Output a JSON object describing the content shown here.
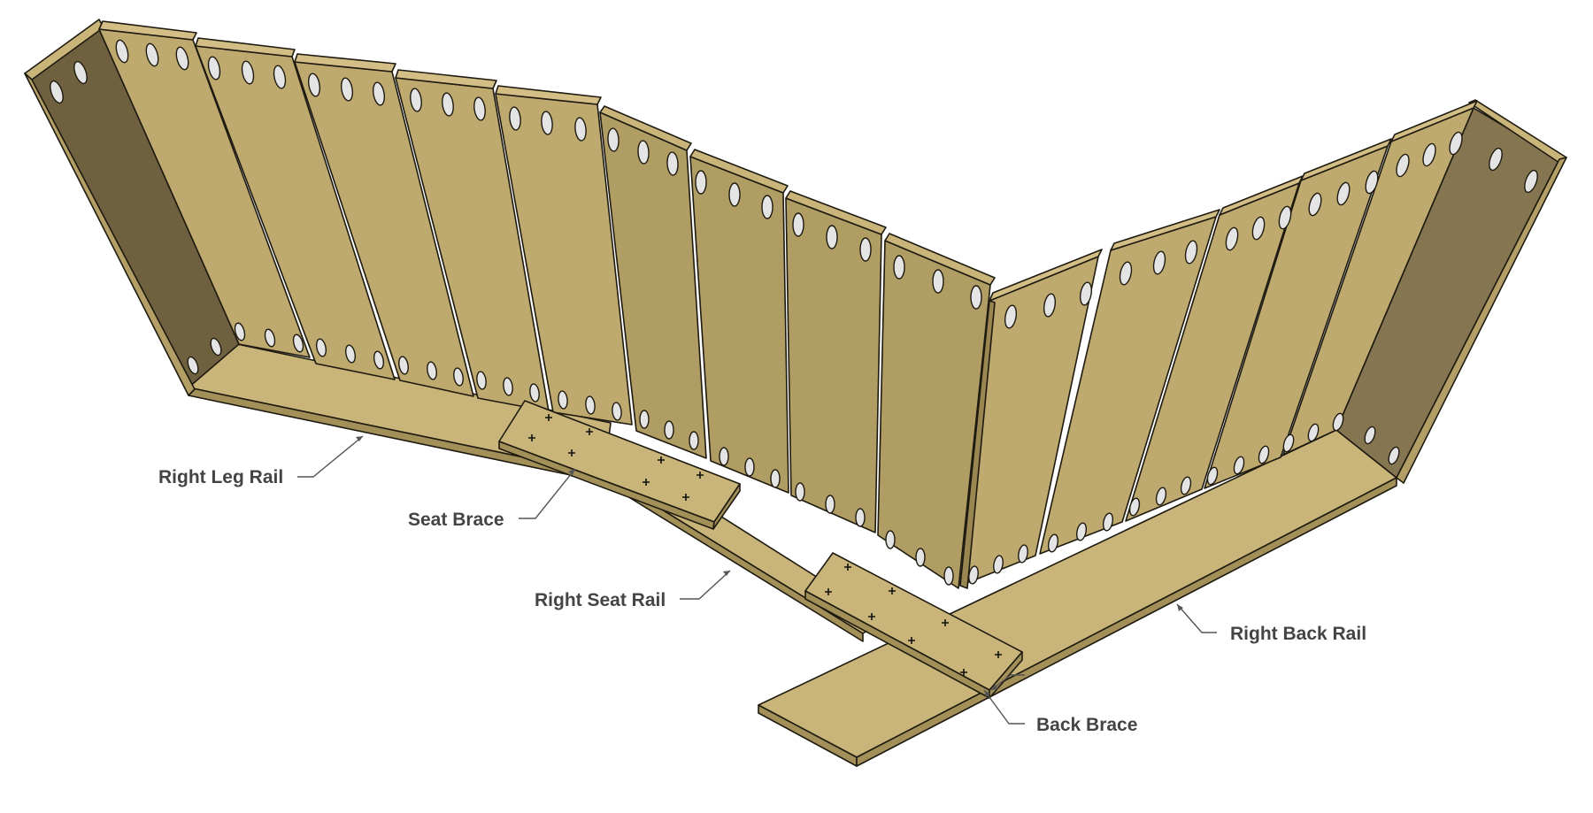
{
  "labels": {
    "right_leg_rail": "Right Leg Rail",
    "seat_brace": "Seat Brace",
    "right_seat_rail": "Right Seat Rail",
    "right_back_rail": "Right Back Rail",
    "back_brace": "Back Brace"
  },
  "colors": {
    "slat_face": "#bea96f",
    "slat_face_shaded": "#b09d64",
    "slat_edge": "#9a8650",
    "rail_top": "#c9b479",
    "rail_side": "#a38f58",
    "inner_shadow_left": "#6f6040",
    "inner_shadow_right": "#857550",
    "outline": "#1e1a10",
    "hole": "#e4e4e4",
    "label_text": "#444444"
  }
}
